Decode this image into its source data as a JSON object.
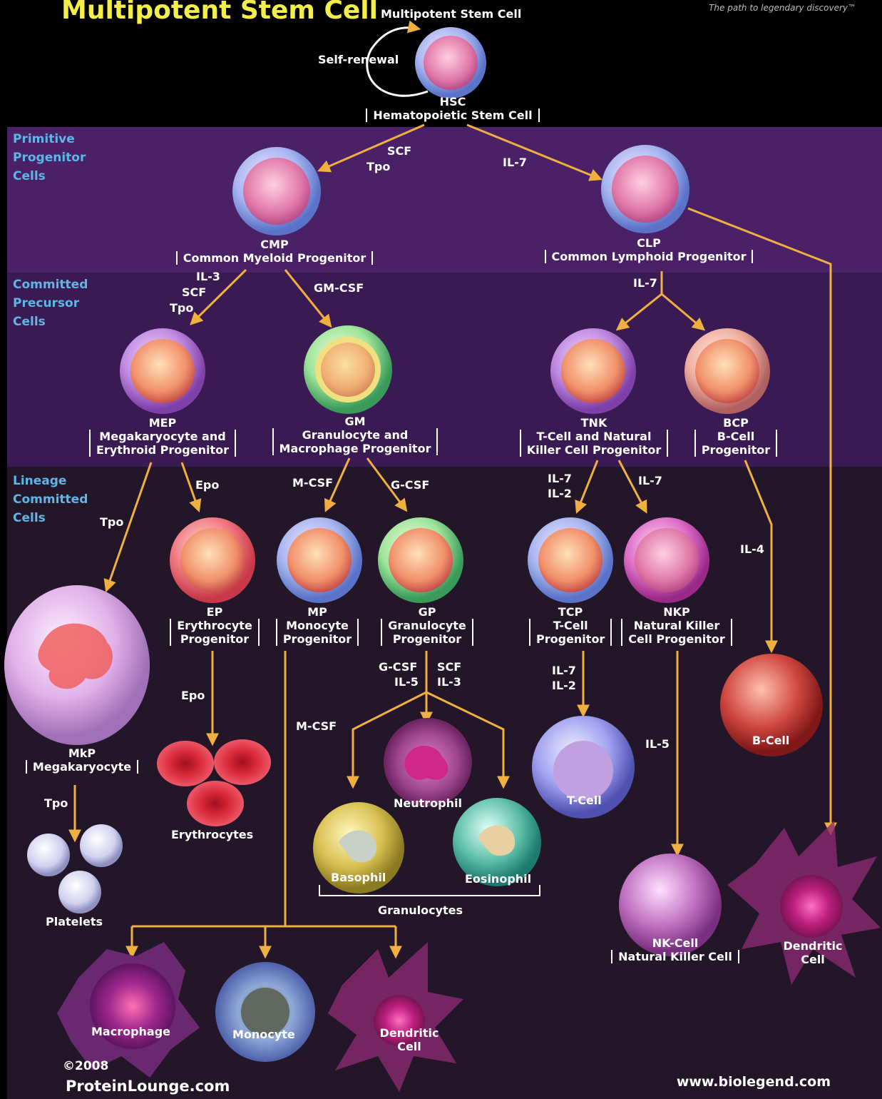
{
  "header": {
    "title": "Multipotent Stem Cell",
    "tagline": "The path to legendary discovery™"
  },
  "sections": {
    "primitive": [
      "Primitive",
      "Progenitor",
      "Cells"
    ],
    "committed": [
      "Committed",
      "Precursor",
      "Cells"
    ],
    "lineage": [
      "Lineage",
      "Committed",
      "Cells"
    ]
  },
  "cells": {
    "hsc_top": "Multipotent Stem Cell",
    "self_renewal": "Self-renewal",
    "hsc_abbr": "HSC",
    "hsc_name": "Hematopoietic Stem Cell",
    "cmp_abbr": "CMP",
    "cmp_name": "Common Myeloid Progenitor",
    "clp_abbr": "CLP",
    "clp_name": "Common Lymphoid Progenitor",
    "mep_abbr": "MEP",
    "mep_name1": "Megakaryocyte and",
    "mep_name2": "Erythroid Progenitor",
    "gm_abbr": "GM",
    "gm_name1": "Granulocyte and",
    "gm_name2": "Macrophage Progenitor",
    "tnk_abbr": "TNK",
    "tnk_name1": "T-Cell and Natural",
    "tnk_name2": "Killer Cell Progenitor",
    "bcp_abbr": "BCP",
    "bcp_name1": "B-Cell",
    "bcp_name2": "Progenitor",
    "ep_abbr": "EP",
    "ep_name1": "Erythrocyte",
    "ep_name2": "Progenitor",
    "mp_abbr": "MP",
    "mp_name1": "Monocyte",
    "mp_name2": "Progenitor",
    "gp_abbr": "GP",
    "gp_name1": "Granulocyte",
    "gp_name2": "Progenitor",
    "tcp_abbr": "TCP",
    "tcp_name1": "T-Cell",
    "tcp_name2": "Progenitor",
    "nkp_abbr": "NKP",
    "nkp_name1": "Natural Killer",
    "nkp_name2": "Cell Progenitor",
    "mkp_abbr": "MkP",
    "mkp_name": "Megakaryocyte",
    "platelets": "Platelets",
    "erythrocytes": "Erythrocytes",
    "neutrophil": "Neutrophil",
    "basophil": "Basophil",
    "eosinophil": "Eosinophil",
    "granulocytes": "Granulocytes",
    "tcell": "T-Cell",
    "bcell": "B-Cell",
    "nkcell": "NK-Cell",
    "nkcell_name": "Natural Killer Cell",
    "dendritic_right1": "Dendritic",
    "dendritic_right2": "Cell",
    "macrophage": "Macrophage",
    "monocyte": "Monocyte",
    "dendritic_bottom1": "Dendritic",
    "dendritic_bottom2": "Cell"
  },
  "factors": {
    "scf_a": "SCF",
    "tpo_a": "Tpo",
    "il7_a": "IL-7",
    "il3_b": "IL-3",
    "scf_b": "SCF",
    "tpo_b": "Tpo",
    "gmcsf": "GM-CSF",
    "il7_b": "IL-7",
    "epo_a": "Epo",
    "mcsf_a": "M-CSF",
    "gcsf_a": "G-CSF",
    "il7_c": "IL-7",
    "il2_c": "IL-2",
    "il7_d": "IL-7",
    "tpo_c": "Tpo",
    "il4": "IL-4",
    "epo_b": "Epo",
    "mcsf_b": "M-CSF",
    "gcsf_b": "G-CSF",
    "il5_b": "IL-5",
    "scf_c": "SCF",
    "il3_c": "IL-3",
    "il7_e": "IL-7",
    "il2_e": "IL-2",
    "il5_e": "IL-5",
    "tpo_d": "Tpo"
  },
  "footer": {
    "copyright": "©2008",
    "brand": "ProteinLounge.com",
    "site": "www.biolegend.com"
  },
  "colors": {
    "arrow": "#f0b040",
    "section_label": "#5fb6e6",
    "title": "#f2ee4a"
  }
}
